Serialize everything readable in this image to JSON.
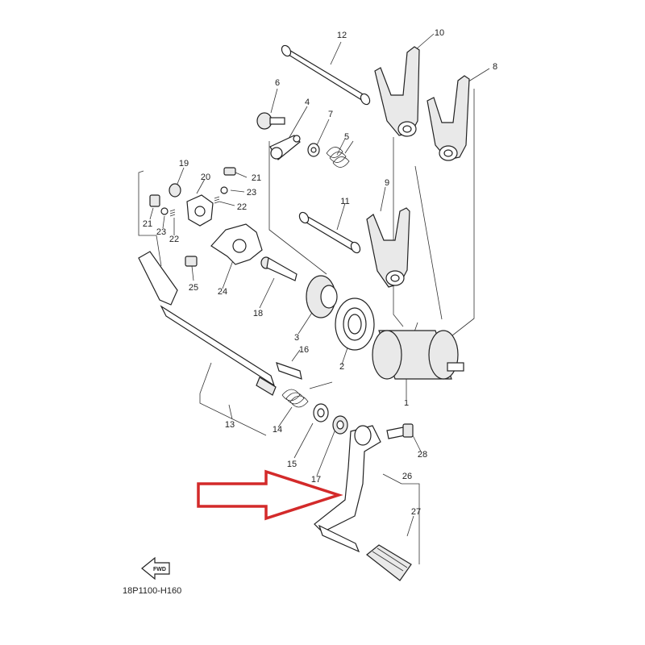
{
  "diagram": {
    "code": "18P1100-H160",
    "fwd_label": "FWD",
    "arrow_color": "#d32a2a",
    "callouts": [
      {
        "id": "1",
        "text": "1"
      },
      {
        "id": "2",
        "text": "2"
      },
      {
        "id": "3",
        "text": "3"
      },
      {
        "id": "4",
        "text": "4"
      },
      {
        "id": "5",
        "text": "5"
      },
      {
        "id": "6",
        "text": "6"
      },
      {
        "id": "7",
        "text": "7"
      },
      {
        "id": "8",
        "text": "8"
      },
      {
        "id": "9",
        "text": "9"
      },
      {
        "id": "10",
        "text": "10"
      },
      {
        "id": "11",
        "text": "11"
      },
      {
        "id": "12",
        "text": "12"
      },
      {
        "id": "13",
        "text": "13"
      },
      {
        "id": "14",
        "text": "14"
      },
      {
        "id": "15",
        "text": "15"
      },
      {
        "id": "16",
        "text": "16"
      },
      {
        "id": "17",
        "text": "17"
      },
      {
        "id": "18",
        "text": "18"
      },
      {
        "id": "19",
        "text": "19"
      },
      {
        "id": "20",
        "text": "20"
      },
      {
        "id": "21a",
        "text": "21"
      },
      {
        "id": "21b",
        "text": "21"
      },
      {
        "id": "22a",
        "text": "22"
      },
      {
        "id": "22b",
        "text": "22"
      },
      {
        "id": "23a",
        "text": "23"
      },
      {
        "id": "23b",
        "text": "23"
      },
      {
        "id": "24",
        "text": "24"
      },
      {
        "id": "25",
        "text": "25"
      },
      {
        "id": "26",
        "text": "26"
      },
      {
        "id": "27",
        "text": "27"
      },
      {
        "id": "28",
        "text": "28"
      }
    ]
  }
}
